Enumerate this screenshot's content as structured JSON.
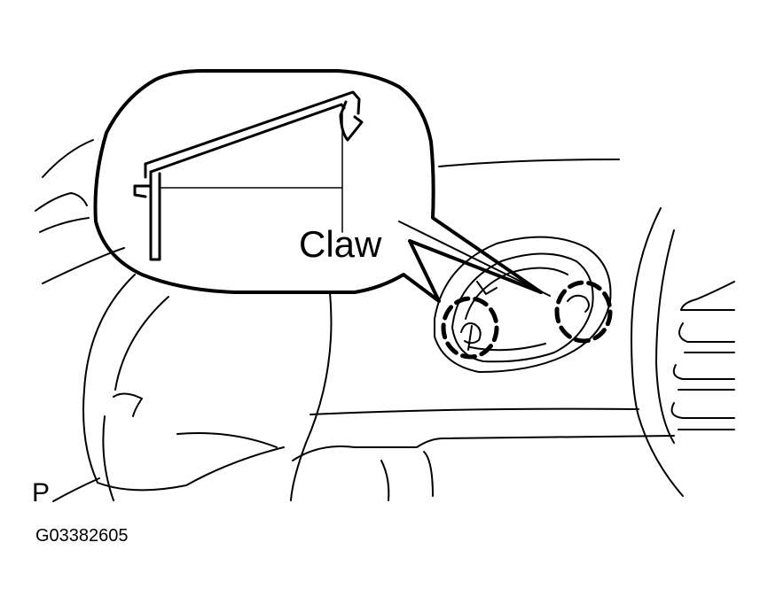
{
  "labels": {
    "claw": "Claw",
    "view_marker": "P",
    "figure_code": "G03382605"
  },
  "colors": {
    "line": "#000000",
    "background": "#ffffff"
  }
}
